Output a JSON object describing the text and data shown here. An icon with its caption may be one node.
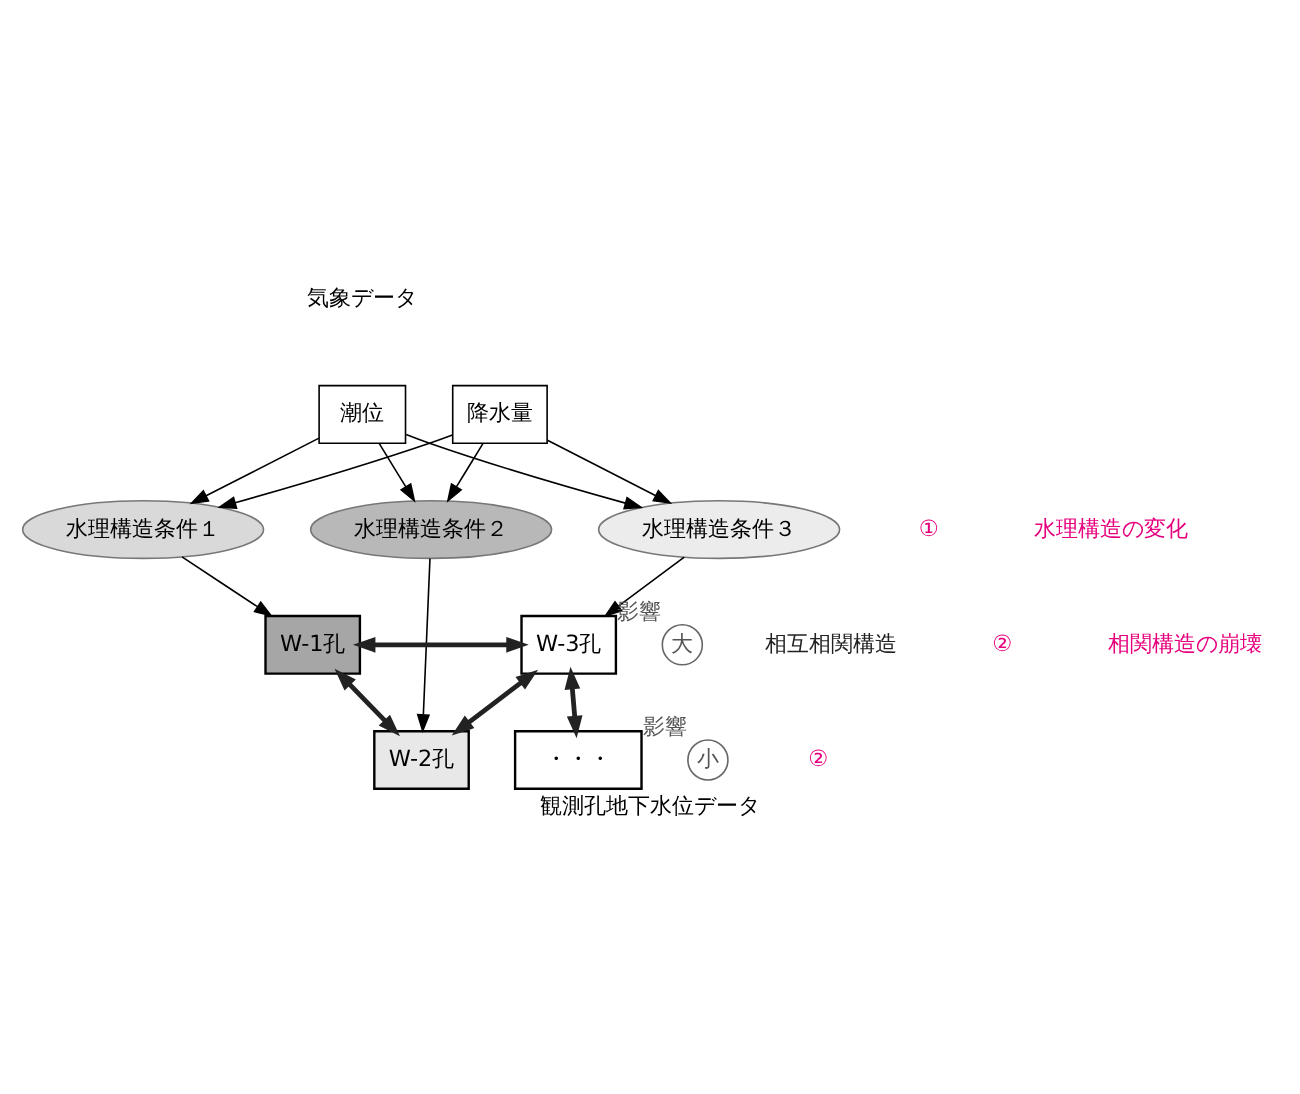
{
  "diagram": {
    "title": "気象データ",
    "caption": "観測孔地下水位データ",
    "nodes": [
      {
        "text": [
          "潮位"
        ]
      },
      {
        "text": [
          "降水量"
        ]
      },
      {
        "text": [
          "水理構造条件１"
        ]
      },
      {
        "text": [
          "水理構造条件２"
        ]
      },
      {
        "text": [
          "水理構造条件３"
        ]
      },
      {
        "text": [
          "小"
        ],
        "beside": [
          "影響"
        ]
      },
      {
        "text": [
          "W-2孔"
        ]
      },
      {
        "text": [
          "・・・"
        ]
      },
      {
        "text": [
          "大"
        ],
        "beside": [
          "影響"
        ]
      },
      {
        "text": [
          "W-1孔"
        ]
      },
      {
        "text": [
          "W-3孔"
        ]
      }
    ],
    "edges": [
      {
        "from": 0,
        "to": 2,
        "arrow": "to"
      },
      {
        "from": 0,
        "to": 3,
        "arrow": "to"
      },
      {
        "from": 0,
        "to": 4,
        "arrow": "to"
      },
      {
        "from": 1,
        "to": 2,
        "arrow": "to"
      },
      {
        "from": 1,
        "to": 3,
        "arrow": "to"
      },
      {
        "from": 1,
        "to": 4,
        "arrow": "to"
      },
      {
        "from": 2,
        "to": 9,
        "arrow": "to"
      },
      {
        "from": 3,
        "to": 6,
        "arrow": "to"
      },
      {
        "from": 4,
        "to": 10,
        "arrow": "to"
      },
      {
        "from": 9,
        "to": 6,
        "arrow": "both",
        "style": "thick"
      },
      {
        "from": 6,
        "to": 10,
        "arrow": "both",
        "style": "thick"
      },
      {
        "from": 9,
        "to": 10,
        "arrow": "both",
        "style": "thick"
      },
      {
        "from": 10,
        "to": 7,
        "arrow": "both",
        "style": "thick"
      }
    ],
    "labels": [
      "①",
      "水理構造の変化",
      "②",
      "相互相関構造",
      "②",
      "相関構造の崩壊"
    ]
  }
}
